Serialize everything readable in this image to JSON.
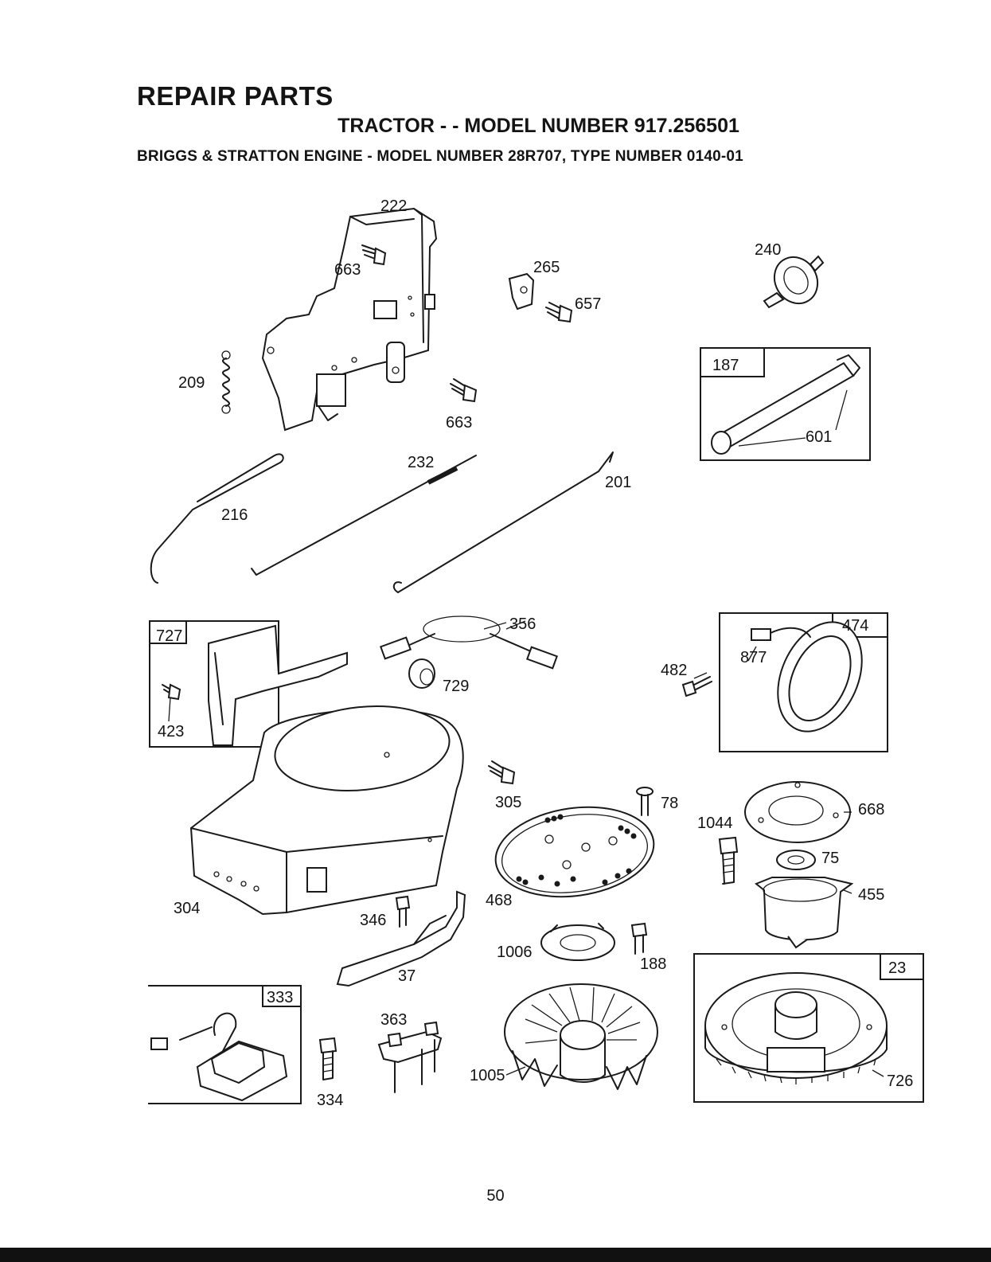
{
  "header": {
    "title": "REPAIR PARTS",
    "subtitle": "TRACTOR - - MODEL NUMBER 917.256501",
    "engine_line": "BRIGGS & STRATTON ENGINE - MODEL NUMBER 28R707, TYPE NUMBER 0140-01"
  },
  "parts": {
    "p222": "222",
    "p663a": "663",
    "p265": "265",
    "p657": "657",
    "p240": "240",
    "p209": "209",
    "p663b": "663",
    "p187": "187",
    "p601": "601",
    "p232": "232",
    "p201": "201",
    "p216": "216",
    "p727": "727",
    "p423": "423",
    "p356": "356",
    "p729": "729",
    "p482": "482",
    "p877": "877",
    "p474": "474",
    "p305": "305",
    "p78": "78",
    "p1044": "1044",
    "p668": "668",
    "p75": "75",
    "p455": "455",
    "p468": "468",
    "p304": "304",
    "p346": "346",
    "p1006": "1006",
    "p188": "188",
    "p37": "37",
    "p333": "333",
    "p363": "363",
    "p334": "334",
    "p1005": "1005",
    "p23": "23",
    "p726": "726"
  },
  "footer": {
    "page_number": "50"
  }
}
